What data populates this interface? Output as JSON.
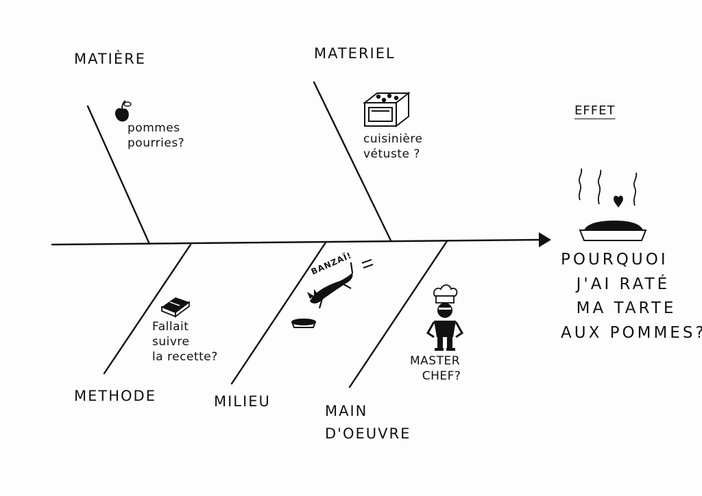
{
  "diagram": {
    "categories": {
      "matiere": "MATIÈRE",
      "materiel": "MATERIEL",
      "methode": "METHODE",
      "milieu": "MILIEU",
      "main_oeuvre": "MAIN\nD'OEUVRE"
    },
    "causes": {
      "matiere": "pommes\npourries?",
      "materiel": "cuisinière\nvétuste ?",
      "methode": "Fallait\nsuivre\nla recette?",
      "main_oeuvre": "MASTER\n   CHEF?"
    },
    "milieu_sound": "BANZAÏ!",
    "effect": {
      "label": "EFFET",
      "question": "POURQUOI\n  J'AI RATÉ\n  MA TARTE\nAUX POMMES?"
    },
    "icons": [
      "apple-icon",
      "stove-icon",
      "recipe-book-icon",
      "cat-icon",
      "bowl-icon",
      "chef-icon",
      "burnt-pie-icon"
    ],
    "ink_color": "#111111"
  }
}
